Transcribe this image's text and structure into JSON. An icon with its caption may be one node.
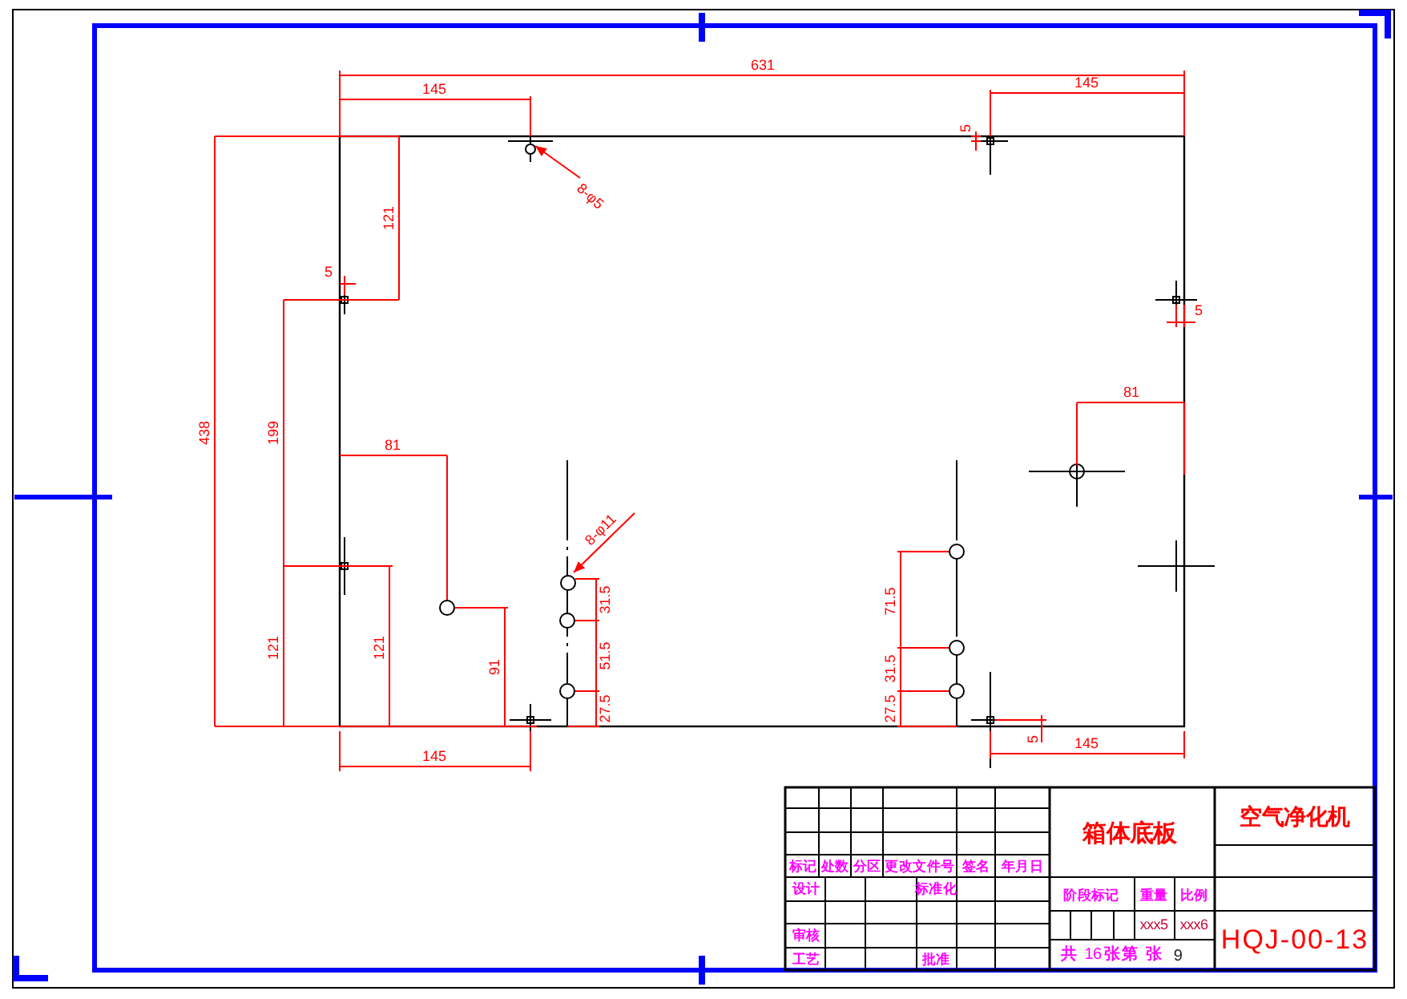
{
  "diagram": {
    "nodes": [
      {
        "text": [
          "8-φ5"
        ]
      },
      {
        "text": [],
        "shape": "circle"
      },
      {
        "text": [
          "8-φ11"
        ]
      },
      {
        "text": [],
        "shape": "circle"
      }
    ],
    "edges": [
      {
        "from": 0,
        "to": 1,
        "arrow": "to"
      },
      {
        "from": 2,
        "to": 3,
        "arrow": "to"
      }
    ],
    "labels": [
      "631",
      "145",
      "145",
      "5",
      "121",
      "5",
      "438",
      "199",
      "5",
      "81",
      "81",
      "31.5",
      "71.5",
      "91",
      "121",
      "121",
      "51.5",
      "31.5",
      "27.5",
      "27.5",
      "5",
      "145",
      "145",
      "箱体底板",
      "空气净化机",
      "标记",
      "处数",
      "分区",
      "更改文件号",
      "签名",
      "年月日",
      "设计",
      "标准化",
      "阶段标记",
      "重量",
      "比例",
      "xxx5",
      "xxx6",
      "审核",
      "HQJ-00-13",
      "工艺",
      "批准",
      "共",
      "16",
      "张",
      "第",
      "张",
      "9"
    ]
  }
}
